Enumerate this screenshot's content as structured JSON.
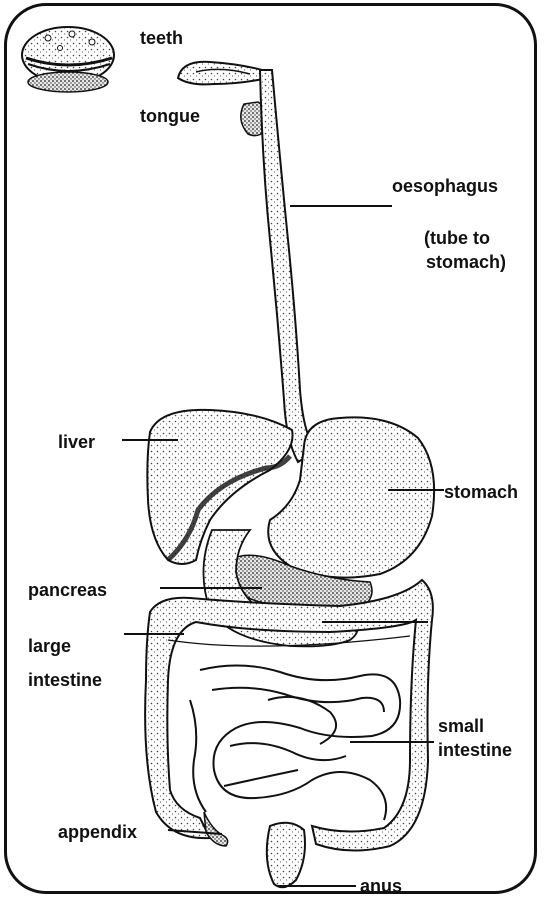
{
  "labels": {
    "teeth": "teeth",
    "tongue": "tongue",
    "oesophagus": "oesophagus",
    "oesophagus_note_1": "(tube to",
    "oesophagus_note_2": "stomach)",
    "liver": "liver",
    "stomach": "stomach",
    "pancreas": "pancreas",
    "large_intestine_1": "large",
    "large_intestine_2": "intestine",
    "small_intestine_1": "small",
    "small_intestine_2": "intestine",
    "appendix": "appendix",
    "anus": "anus"
  }
}
